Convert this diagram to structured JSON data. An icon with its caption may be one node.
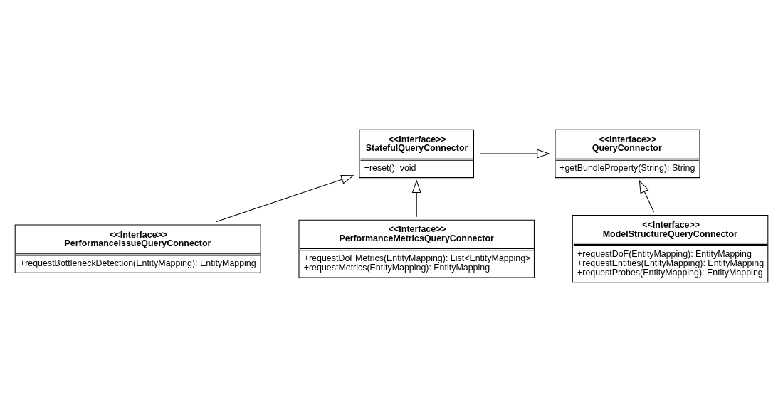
{
  "diagram": {
    "nodes": [
      {
        "text": [
          "<<Interface>>",
          "PerformanceIssueQueryConnector",
          "+requestBottleneckDetection(EntityMapping): EntityMapping"
        ]
      },
      {
        "text": [
          "<<Interface>>",
          "QueryConnector",
          "+getBundleProperty(String): String"
        ]
      },
      {
        "text": [
          "<<Interface>>",
          "StatefulQueryConnector",
          "+reset(): void"
        ]
      },
      {
        "text": [
          "<<Interface>>",
          "ModelStructureQueryConnector",
          "+requestDoF(EntityMapping): EntityMapping",
          "+requestEntities(EntityMapping): EntityMapping",
          "+requestProbes(EntityMapping): EntityMapping"
        ]
      },
      {
        "text": [
          "<<Interface>>",
          "PerformanceMetricsQueryConnector",
          "+requestDoFMetrics(EntityMapping): List<EntityMapping>",
          "+requestMetrics(EntityMapping): EntityMapping"
        ]
      }
    ],
    "edges": [
      {
        "from": 0,
        "to": 2,
        "arrow": "to"
      },
      {
        "from": 2,
        "to": 1,
        "arrow": "to"
      },
      {
        "from": 3,
        "to": 1,
        "arrow": "to"
      },
      {
        "from": 4,
        "to": 2,
        "arrow": "to"
      }
    ]
  }
}
